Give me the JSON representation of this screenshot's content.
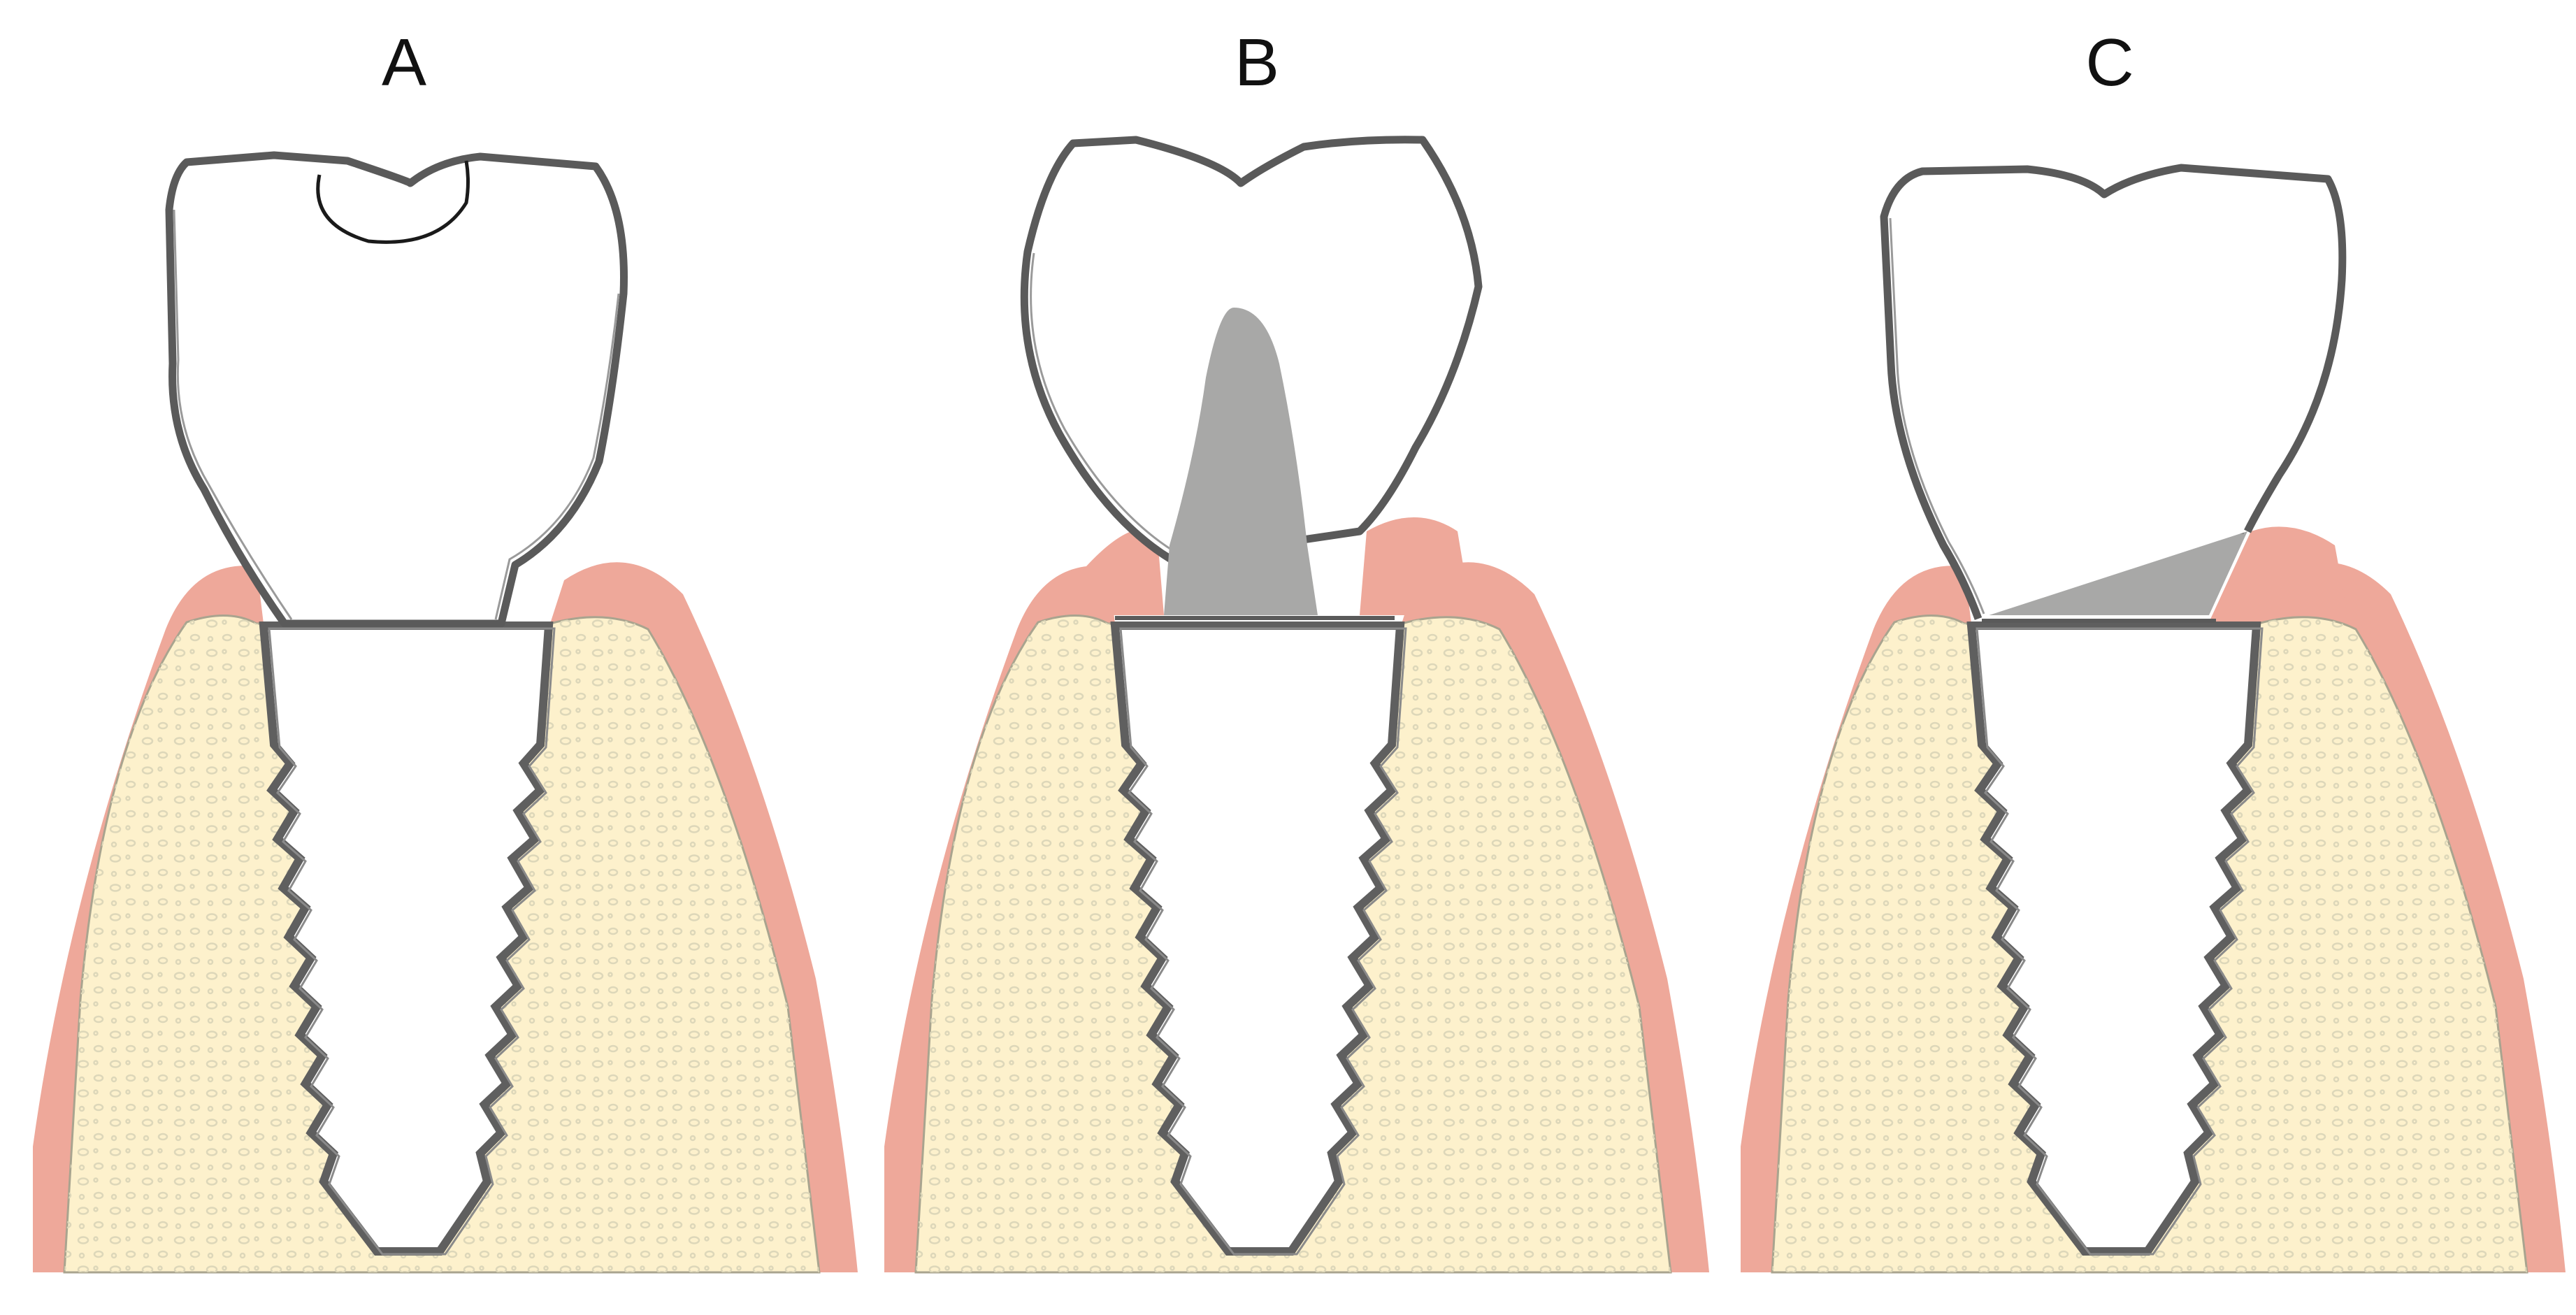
{
  "figure": {
    "panels": [
      {
        "label": "A",
        "variant": "screw-retained-crown"
      },
      {
        "label": "B",
        "variant": "cemented-crown-on-abutment"
      },
      {
        "label": "C",
        "variant": "hybrid-abutment-crown"
      }
    ],
    "colors": {
      "gingiva": "#eea89a",
      "bone": "#fdf1cc",
      "bone_pores": "#ddd7b9",
      "implant_outline": "#5f5f5f",
      "crown_outline": "#5a5a5a",
      "abutment": "#a8a8a7",
      "background": "#ffffff"
    }
  }
}
